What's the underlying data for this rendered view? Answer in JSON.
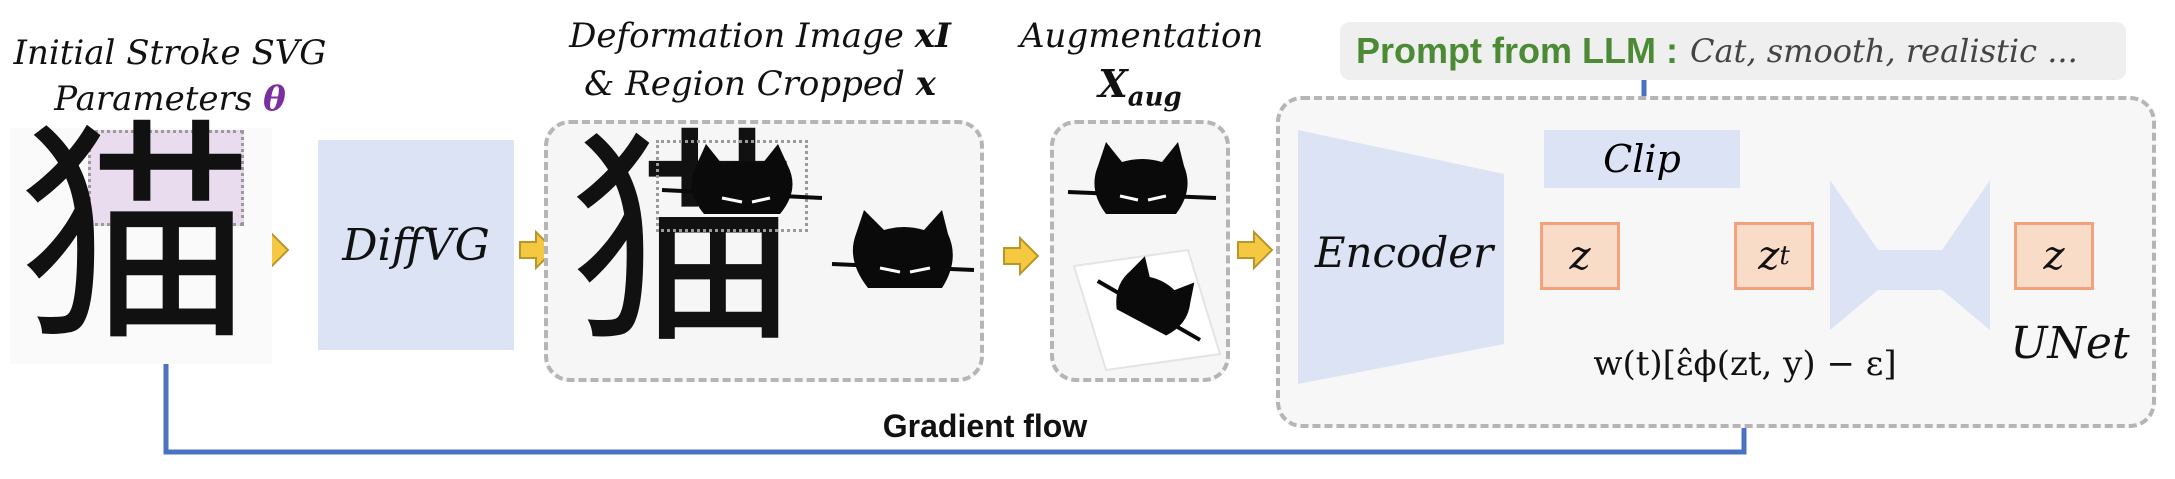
{
  "input": {
    "title_line1": "Initial Stroke SVG",
    "title_line2": "Parameters",
    "theta": "θ",
    "glyph": "猫"
  },
  "diffvg": {
    "label": "DiffVG"
  },
  "deform": {
    "title_line1": "Deformation Image",
    "title_line1_var": "xI",
    "title_line2": "& Region Cropped",
    "title_line2_var": "x",
    "glyph": "猫"
  },
  "augment": {
    "title": "Augmentation",
    "var": "X",
    "var_sub": "aug"
  },
  "prompt": {
    "label": "Prompt from LLM :",
    "text": "Cat, smooth, realistic ..."
  },
  "model": {
    "encoder": "Encoder",
    "clip": "Clip",
    "z": "z",
    "z_t": "z",
    "z_t_sub": "t",
    "z_out": "z",
    "unet": "UNet",
    "formula": "w(t)[ε̂ϕ(zt, y) − ε]"
  },
  "gradient": {
    "label": "Gradient flow"
  },
  "colors": {
    "prompt_green": "#4c8a35",
    "theta_purple": "#7a2fa0",
    "arrow_blue": "#4a72c4",
    "block_blue": "#dbe3f4",
    "z_fill": "#f9dcc8",
    "z_border": "#f2a27c",
    "small_arrow_yellow": "#f5c842"
  }
}
